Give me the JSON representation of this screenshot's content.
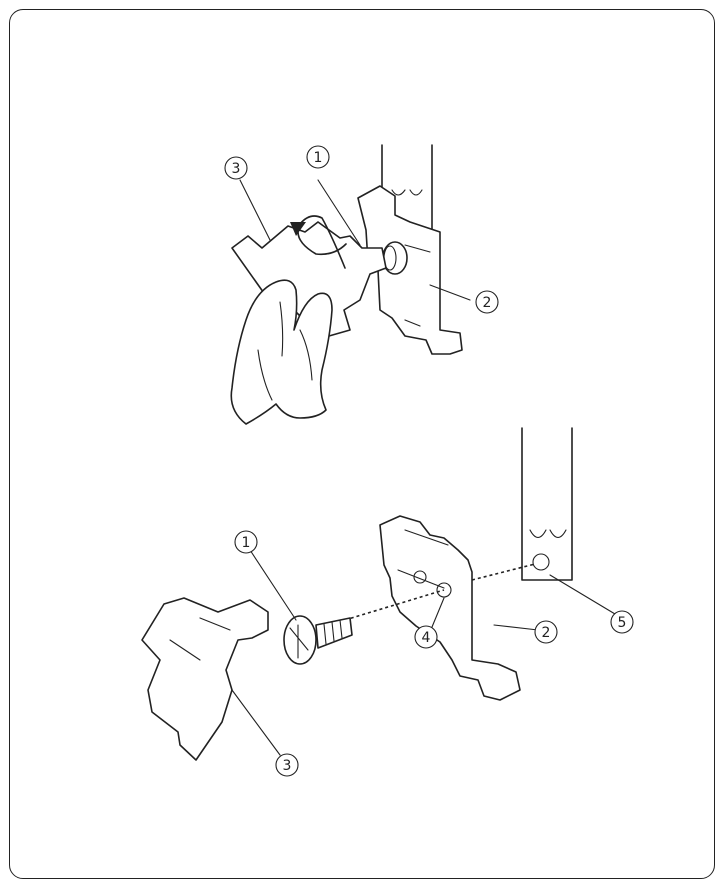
{
  "callouts": {
    "top_screw": "1",
    "top_foot_holder": "2",
    "top_screwdriver": "3",
    "bottom_screw": "1",
    "bottom_foot_holder": "2",
    "bottom_screwdriver": "3",
    "bottom_holder_hole": "4",
    "bottom_bar_hole": "5"
  }
}
